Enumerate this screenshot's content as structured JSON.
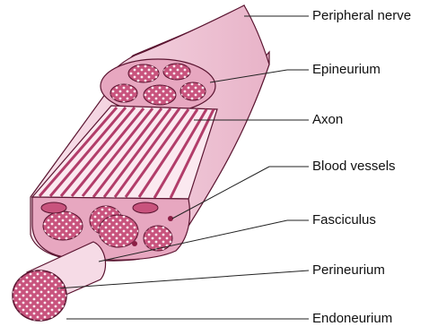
{
  "labels": {
    "peripheral_nerve": "Peripheral nerve",
    "epineurium": "Epineurium",
    "axon": "Axon",
    "blood_vessels": "Blood vessels",
    "fasciculus": "Fasciculus",
    "perineurium": "Perineurium",
    "endoneurium": "Endoneurium"
  },
  "colors": {
    "outer_sheath": "#f6dbe6",
    "outer_sheath_shadow": "#e3a8c0",
    "fascicle_fill": "#c8537d",
    "fascicle_ring": "#f1c6d6",
    "fibre_light": "#fbe9f0",
    "fibre_dark": "#b23d6a",
    "outline": "#5a1430",
    "leader_line": "#222222"
  }
}
